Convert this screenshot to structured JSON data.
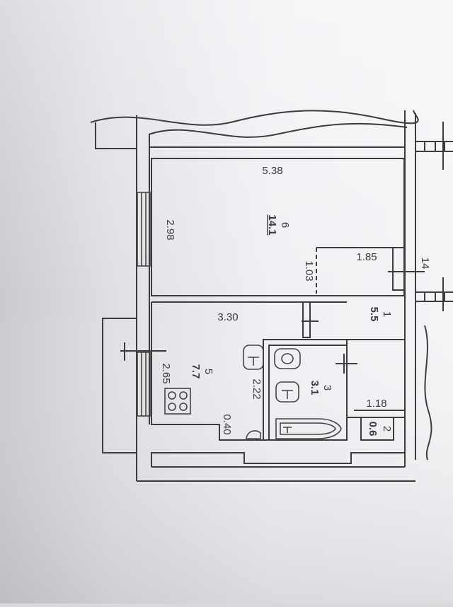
{
  "plan": {
    "rooms": [
      {
        "number": "6",
        "area": "14.1"
      },
      {
        "number": "1",
        "area": "5.5"
      },
      {
        "number": "5",
        "area": "7.7"
      },
      {
        "number": "3",
        "area": "3.1"
      },
      {
        "number": "2",
        "area": "0.6"
      }
    ],
    "dimensions": [
      "5.38",
      "2.98",
      "1.85",
      "1.03",
      "3.30",
      "2.65",
      "2.22",
      "0.40",
      "1.18"
    ],
    "labels": {
      "corridor_mark": "14"
    }
  },
  "colors": {
    "paper": "#eef0f3",
    "ink": "#3c3c3c",
    "shadow": "#c9cace"
  }
}
